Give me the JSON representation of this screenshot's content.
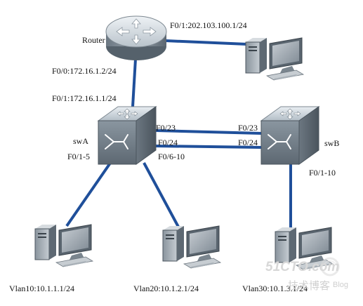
{
  "diagram": {
    "nodes": {
      "router": {
        "name": "Router"
      },
      "swa": {
        "name": "swA"
      },
      "swb": {
        "name": "swB"
      },
      "internet_pc": {
        "name": ""
      },
      "pc_vlan10": {
        "name": "Vlan10:10.1.1.1/24"
      },
      "pc_vlan20": {
        "name": "Vlan20:10.1.2.1/24"
      },
      "pc_vlan30": {
        "name": "Vlan30:10.1.3.1/24"
      }
    },
    "interfaces": {
      "router_f01": "F0/1:202.103.100.1/24",
      "router_f00": "F0/0:172.16.1.2/24",
      "swa_f01": "F0/1:172.16.1.1/24",
      "swa_f023": "F0/23",
      "swa_f024": "F0/24",
      "swa_f06_10": "F0/6-10",
      "swa_f01_5": "F0/1-5",
      "swb_f023": "F0/23",
      "swb_f024": "F0/24",
      "swb_f01_10": "F0/1-10"
    },
    "links": [
      {
        "from": "router",
        "to": "internet_pc"
      },
      {
        "from": "router",
        "to": "swa"
      },
      {
        "from": "swa",
        "to": "swb",
        "port": "F0/23"
      },
      {
        "from": "swa",
        "to": "swb",
        "port": "F0/24"
      },
      {
        "from": "swa",
        "to": "pc_vlan10"
      },
      {
        "from": "swa",
        "to": "pc_vlan20"
      },
      {
        "from": "swb",
        "to": "pc_vlan30"
      }
    ],
    "colors": {
      "link": "#1f4f9a",
      "device_dark": "#4f5b66",
      "device_light": "#dfe5ea"
    }
  },
  "watermark": {
    "logo": "51CTO.com",
    "subtitle": "技术博客",
    "blog": "Blog"
  }
}
